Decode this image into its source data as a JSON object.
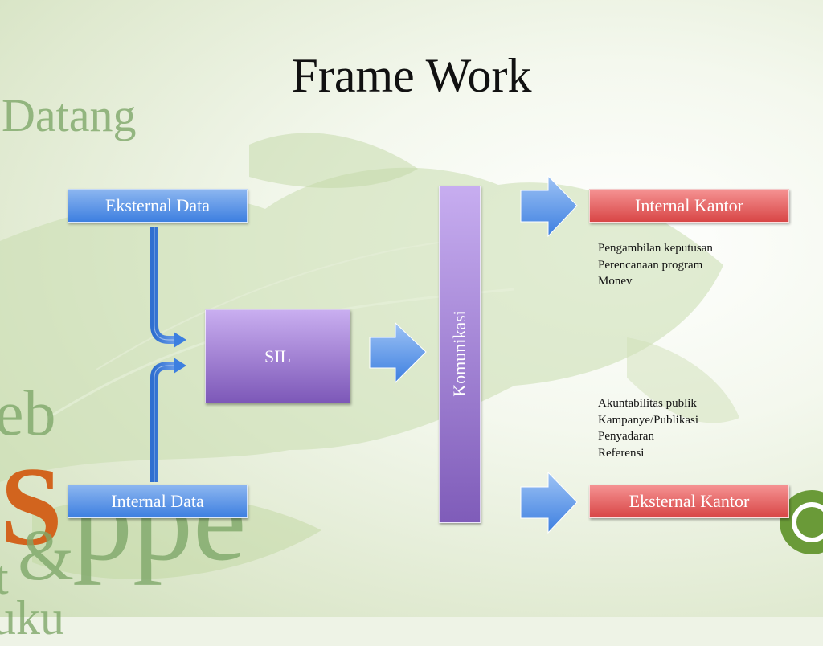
{
  "title": "Frame Work",
  "nodes": {
    "eksternal_data": "Eksternal Data",
    "internal_data": "Internal Data",
    "sil": "SIL",
    "komunikasi": "Komunikasi",
    "internal_kantor": "Internal Kantor",
    "eksternal_kantor": "Eksternal Kantor"
  },
  "notes": {
    "internal": [
      "Pengambilan keputusan",
      "Perencanaan program",
      "Monev"
    ],
    "eksternal": [
      "Akuntabilitas publik",
      "Kampanye/Publikasi",
      "Penyadaran",
      "Referensi"
    ]
  },
  "background_text": {
    "datang": "Datang",
    "eb": "eb",
    "s": "S",
    "ppe": "ppe",
    "amp": "&",
    "t": "t",
    "uku": "uku"
  },
  "colors": {
    "blue_box": "#3d7fe0",
    "red_box": "#d84646",
    "purple_box": "#7d58b8",
    "arrow": "#4a86e0",
    "orange_letter": "#d2641e",
    "green_deco": "#7fa86a"
  }
}
